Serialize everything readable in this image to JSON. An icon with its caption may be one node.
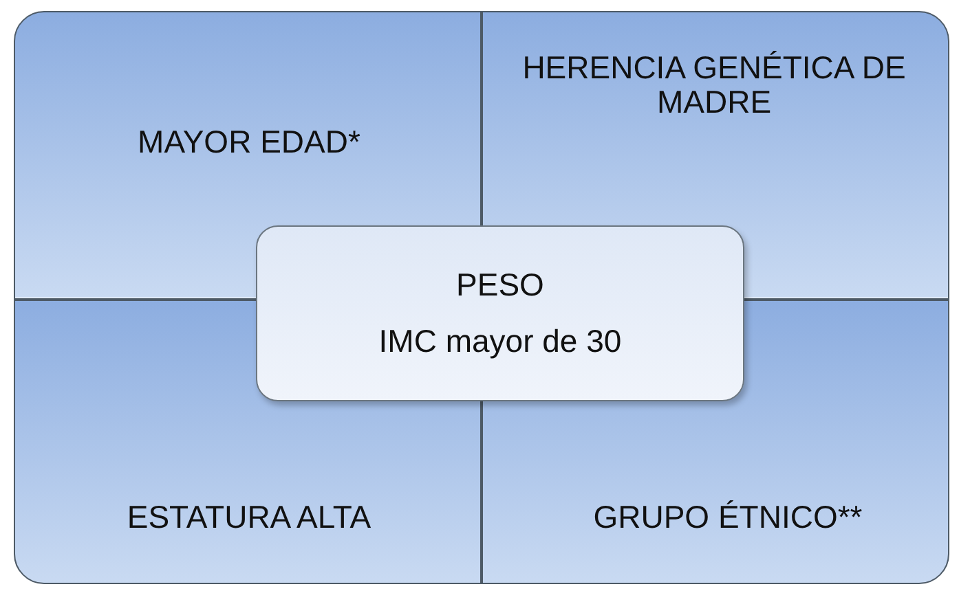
{
  "diagram": {
    "nodes": [
      {
        "text": [
          "MAYOR EDAD*"
        ]
      },
      {
        "text": [
          "HERENCIA GENÉTICA DE MADRE"
        ]
      },
      {
        "text": [
          "PESO",
          "IMC mayor de 30"
        ]
      },
      {
        "text": [
          "ESTATURA ALTA"
        ]
      },
      {
        "text": [
          "GRUPO ÉTNICO**"
        ]
      }
    ]
  }
}
